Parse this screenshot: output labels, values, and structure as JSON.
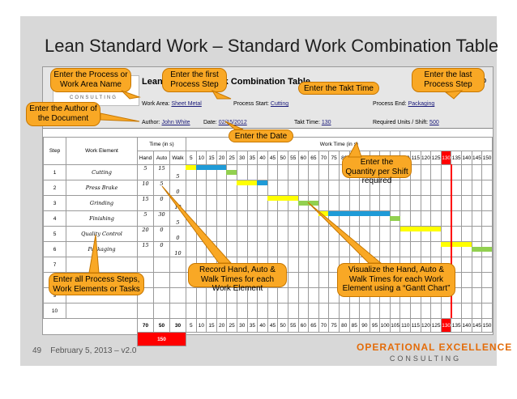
{
  "slide": {
    "title": "Lean Standard Work – Standard Work Combination Table",
    "page_number": "49",
    "date_version": "February 5, 2013 – v2.0",
    "brand_line1": "OPERATIONAL EXCELLENCE",
    "brand_line2": "CONSULTING"
  },
  "sheet": {
    "title": "Lean Standard Work Combination Table",
    "version": "2.0",
    "logo_text": "CONSULTING",
    "work_area_label": "Work Area:",
    "work_area": "Sheet Metal",
    "process_start_label": "Process Start:",
    "process_start": "Cutting",
    "process_end_label": "Process End:",
    "process_end": "Packaging",
    "author_label": "Author:",
    "author": "John White",
    "date_label": "Date:",
    "date": "02/15/2012",
    "takt_label": "Takt Time:",
    "takt": "130",
    "units_label": "Required Units / Shift:",
    "units": "500"
  },
  "table": {
    "col_step": "Step",
    "col_element": "Work Element",
    "col_time": "Time (in s)",
    "col_hand": "Hand",
    "col_auto": "Auto",
    "col_walk": "Walk",
    "col_worktime": "Work Time (in s)",
    "scale": [
      "5",
      "10",
      "15",
      "20",
      "25",
      "30",
      "35",
      "40",
      "45",
      "50",
      "55",
      "60",
      "65",
      "70",
      "75",
      "80",
      "85",
      "90",
      "95",
      "100",
      "105",
      "110",
      "115",
      "120",
      "125",
      "130",
      "135",
      "140",
      "145",
      "150"
    ],
    "rows": [
      {
        "step": "1",
        "element": "Cutting",
        "hand": "5",
        "auto": "15",
        "walk": "5"
      },
      {
        "step": "2",
        "element": "Press Brake",
        "hand": "10",
        "auto": "5",
        "walk": "0"
      },
      {
        "step": "3",
        "element": "Grinding",
        "hand": "15",
        "auto": "0",
        "walk": "10"
      },
      {
        "step": "4",
        "element": "Finishing",
        "hand": "5",
        "auto": "30",
        "walk": "5"
      },
      {
        "step": "5",
        "element": "Quality Control",
        "hand": "20",
        "auto": "0",
        "walk": "0"
      },
      {
        "step": "6",
        "element": "Packaging",
        "hand": "15",
        "auto": "0",
        "walk": "10"
      },
      {
        "step": "7",
        "element": "",
        "hand": "",
        "auto": "",
        "walk": ""
      },
      {
        "step": "8",
        "element": "",
        "hand": "",
        "auto": "",
        "walk": ""
      },
      {
        "step": "9",
        "element": "",
        "hand": "",
        "auto": "",
        "walk": ""
      },
      {
        "step": "10",
        "element": "",
        "hand": "",
        "auto": "",
        "walk": ""
      }
    ],
    "total_hand": "70",
    "total_auto": "50",
    "total_walk": "30",
    "grand_total": "150"
  },
  "gantt": {
    "takt_value": 130,
    "colors": {
      "hand": "#ffff00",
      "auto": "#1f9bd7",
      "walk": "#92d050",
      "takt": "#ff0000"
    },
    "segments": [
      {
        "row": 0,
        "kind": "hand",
        "start": 0,
        "dur": 5
      },
      {
        "row": 0,
        "kind": "auto",
        "start": 5,
        "dur": 15
      },
      {
        "row": 0,
        "kind": "walk",
        "start": 20,
        "dur": 5
      },
      {
        "row": 1,
        "kind": "hand",
        "start": 25,
        "dur": 10
      },
      {
        "row": 1,
        "kind": "auto",
        "start": 35,
        "dur": 5
      },
      {
        "row": 2,
        "kind": "hand",
        "start": 40,
        "dur": 15
      },
      {
        "row": 2,
        "kind": "walk",
        "start": 55,
        "dur": 10
      },
      {
        "row": 3,
        "kind": "hand",
        "start": 65,
        "dur": 5
      },
      {
        "row": 3,
        "kind": "auto",
        "start": 70,
        "dur": 30
      },
      {
        "row": 3,
        "kind": "walk",
        "start": 100,
        "dur": 5
      },
      {
        "row": 4,
        "kind": "hand",
        "start": 105,
        "dur": 20
      },
      {
        "row": 5,
        "kind": "hand",
        "start": 125,
        "dur": 15
      },
      {
        "row": 5,
        "kind": "walk",
        "start": 140,
        "dur": 10
      }
    ]
  },
  "callouts": {
    "process": "Enter the Process or Work Area Name",
    "first_step": "Enter the first Process Step",
    "takt": "Enter the Takt Time",
    "last_step": "Enter the last Process Step",
    "author": "Enter the Author of the Document",
    "date": "Enter the Date",
    "quantity": "Enter the Quantity per Shift required",
    "steps": "Enter all Process Steps, Work Elements or Tasks",
    "times": "Record Hand, Auto & Walk Times for each Work Element",
    "gantt": "Visualize the Hand, Auto & Walk Times for each Work Element using a “Gantt Chart”"
  }
}
